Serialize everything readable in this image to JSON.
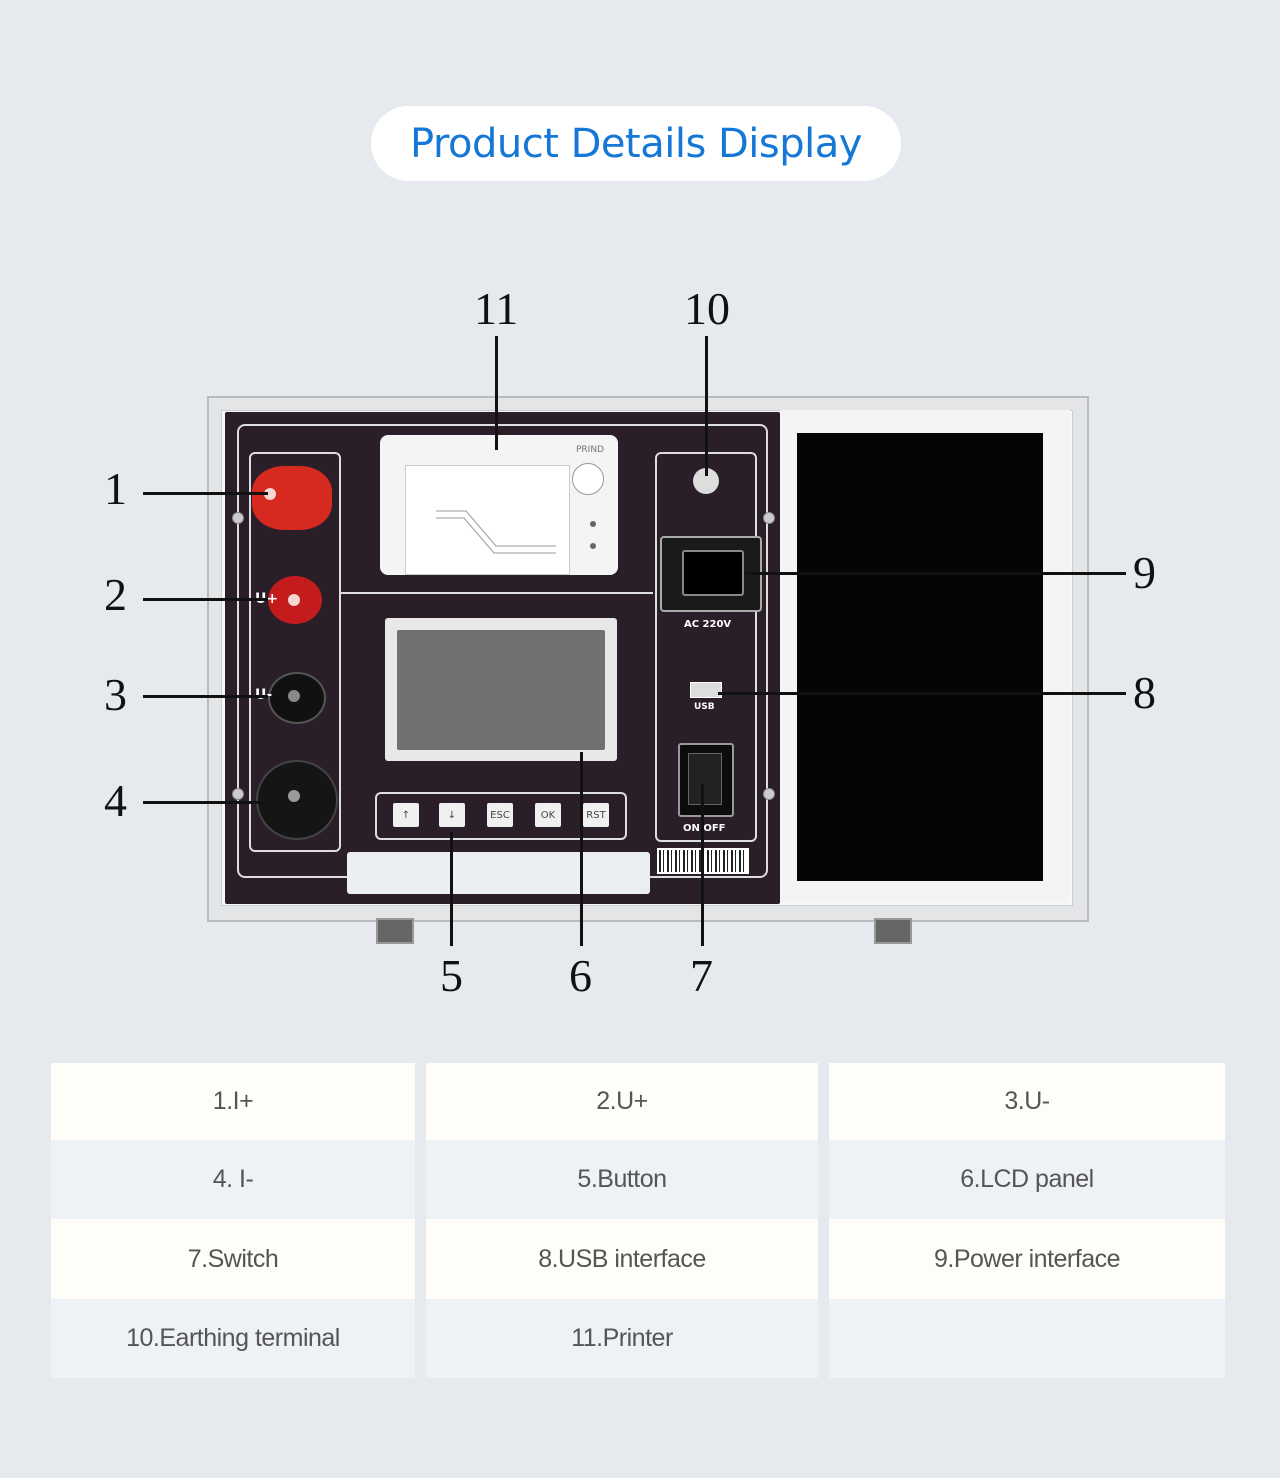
{
  "title": "Product Details Display",
  "colors": {
    "background": "#e6eaee",
    "title_text": "#1577d6",
    "row_light": "#fefdf8",
    "row_alt": "#eef1f5",
    "panel": "#2a1f28",
    "terminal_red": "#d62a20"
  },
  "callouts": {
    "n1": "1",
    "n2": "2",
    "n3": "3",
    "n4": "4",
    "n5": "5",
    "n6": "6",
    "n7": "7",
    "n8": "8",
    "n9": "9",
    "n10": "10",
    "n11": "11"
  },
  "device": {
    "printer_label": "PRIND",
    "terminal_u_plus": "U+",
    "terminal_u_minus": "U-",
    "power_label": "AC 220V",
    "usb_label": "USB",
    "switch_label": "ON OFF",
    "keys": [
      "↑",
      "↓",
      "ESC",
      "OK",
      "RST"
    ]
  },
  "parts": {
    "r1c1": "1.I+",
    "r1c2": "2.U+",
    "r1c3": "3.U-",
    "r2c1": "4. I-",
    "r2c2": "5.Button",
    "r2c3": "6.LCD panel",
    "r3c1": "7.Switch",
    "r3c2": "8.USB interface",
    "r3c3": "9.Power interface",
    "r4c1": "10.Earthing terminal",
    "r4c2": "11.Printer",
    "r4c3": ""
  }
}
